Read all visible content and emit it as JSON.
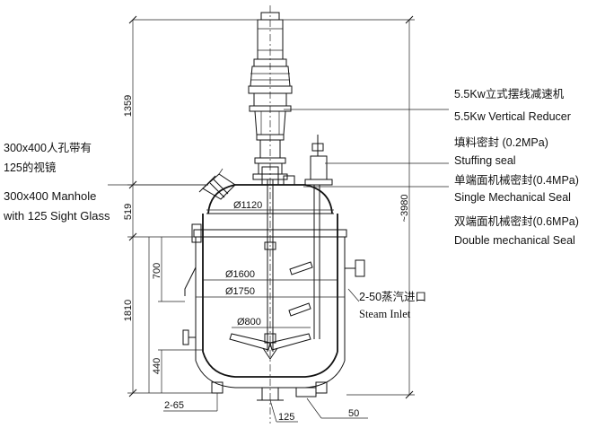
{
  "annotations": {
    "reducer_cn": "5.5Kw立式摆线减速机",
    "reducer_en": "5.5Kw Vertical Reducer",
    "stuffing_cn": "填料密封 (0.2MPa)",
    "stuffing_en": "Stuffing seal",
    "single_seal_cn": "单端面机械密封(0.4MPa)",
    "single_seal_en": "Single Mechanical Seal",
    "double_seal_cn": "双端面机械密封(0.6MPa)",
    "double_seal_en": "Double mechanical Seal",
    "manhole_cn_1": "300x400人孔带有",
    "manhole_cn_2": "125的视镜",
    "manhole_en": "300x400 Manhole with 125 Sight Glass",
    "steam_cn": "2-50蒸汽进口",
    "steam_en": "Steam Inlet"
  },
  "dimensions": {
    "d1120": "Ø1120",
    "d1600": "Ø1600",
    "d1750": "Ø1750",
    "d800": "Ø800",
    "h1359": "1359",
    "h519": "519",
    "h1810": "1810",
    "h700": "700",
    "h440": "440",
    "h3980": "~3980",
    "n265": "2-65",
    "n125": "125",
    "n50": "50"
  }
}
